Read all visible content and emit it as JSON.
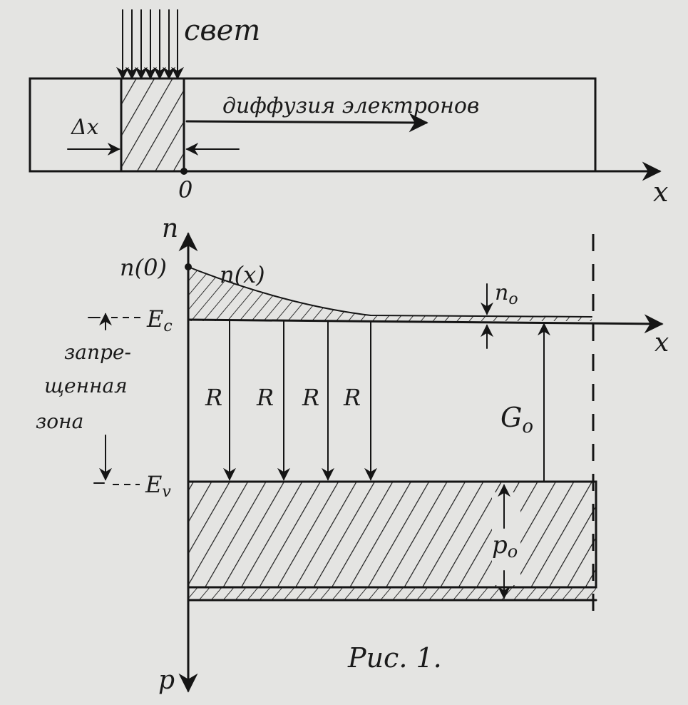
{
  "labels": {
    "light": "свет",
    "diffusion": "диффузия электронов",
    "delta_x": "Δx",
    "origin": "0",
    "x_axis_top": "x",
    "x_axis_band": "x",
    "n_axis": "n",
    "n0_point": "n(0)",
    "nx_curve": "n(x)",
    "n_equilibrium": "n",
    "n_equilibrium_sub": "o",
    "Ec": "E",
    "Ec_sub": "c",
    "Ev": "E",
    "Ev_sub": "v",
    "gap_line1": "запре-",
    "gap_line2": "щенная",
    "gap_line3": "зона",
    "recombination": [
      "R",
      "R",
      "R",
      "R"
    ],
    "generation": "G",
    "generation_sub": "o",
    "p_equilibrium": "p",
    "p_equilibrium_sub": "o",
    "p_axis": "p",
    "caption": "Рис. 1."
  },
  "colors": {
    "ink": "#151515",
    "paper": "#e4e4e2"
  }
}
